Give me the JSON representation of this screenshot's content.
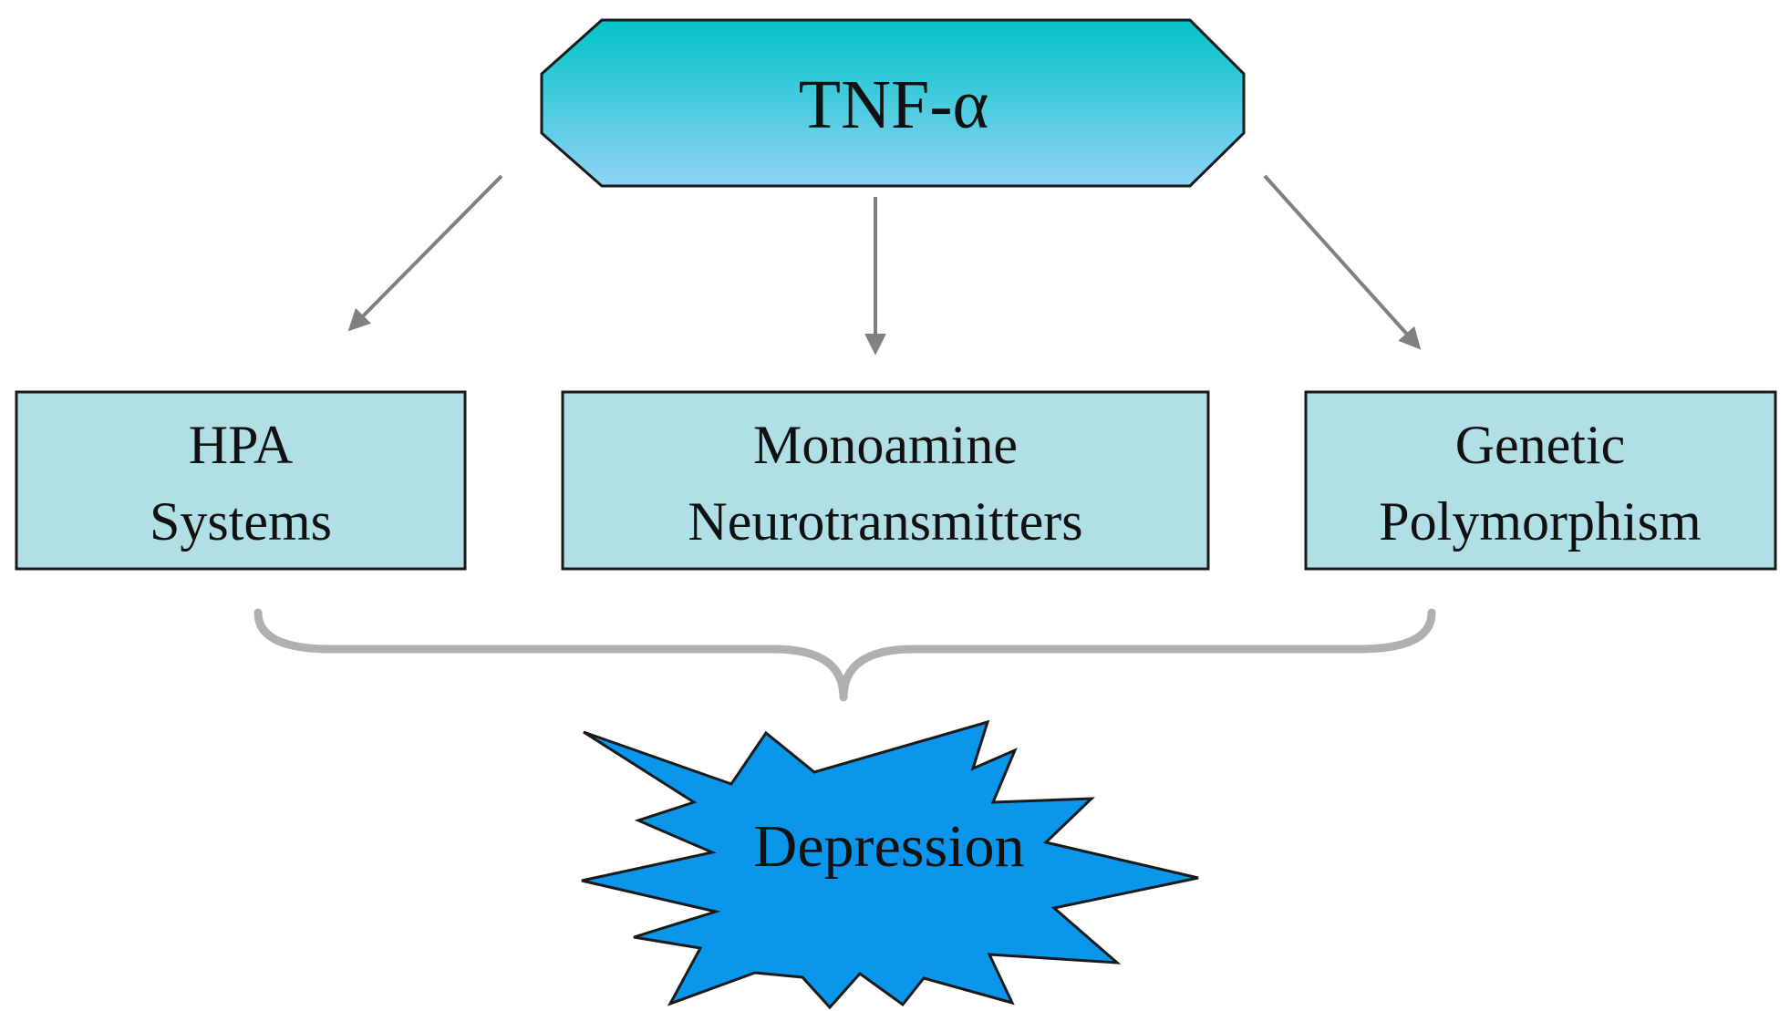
{
  "top_node": {
    "label": "TNF-α"
  },
  "mechanisms": [
    {
      "line1": "HPA",
      "line2": "Systems"
    },
    {
      "line1": "Monoamine",
      "line2": "Neurotransmitters"
    },
    {
      "line1": "Genetic",
      "line2": "Polymorphism"
    }
  ],
  "outcome": {
    "label": "Depression"
  },
  "colors": {
    "octagon_top": "#00c4c8",
    "octagon_bottom": "#8fd3f5",
    "box_fill": "#b0e0e6",
    "burst_fill": "#0a96ea",
    "arrow": "#808080",
    "brace": "#b0b0b0",
    "stroke": "#1a1a1a"
  }
}
